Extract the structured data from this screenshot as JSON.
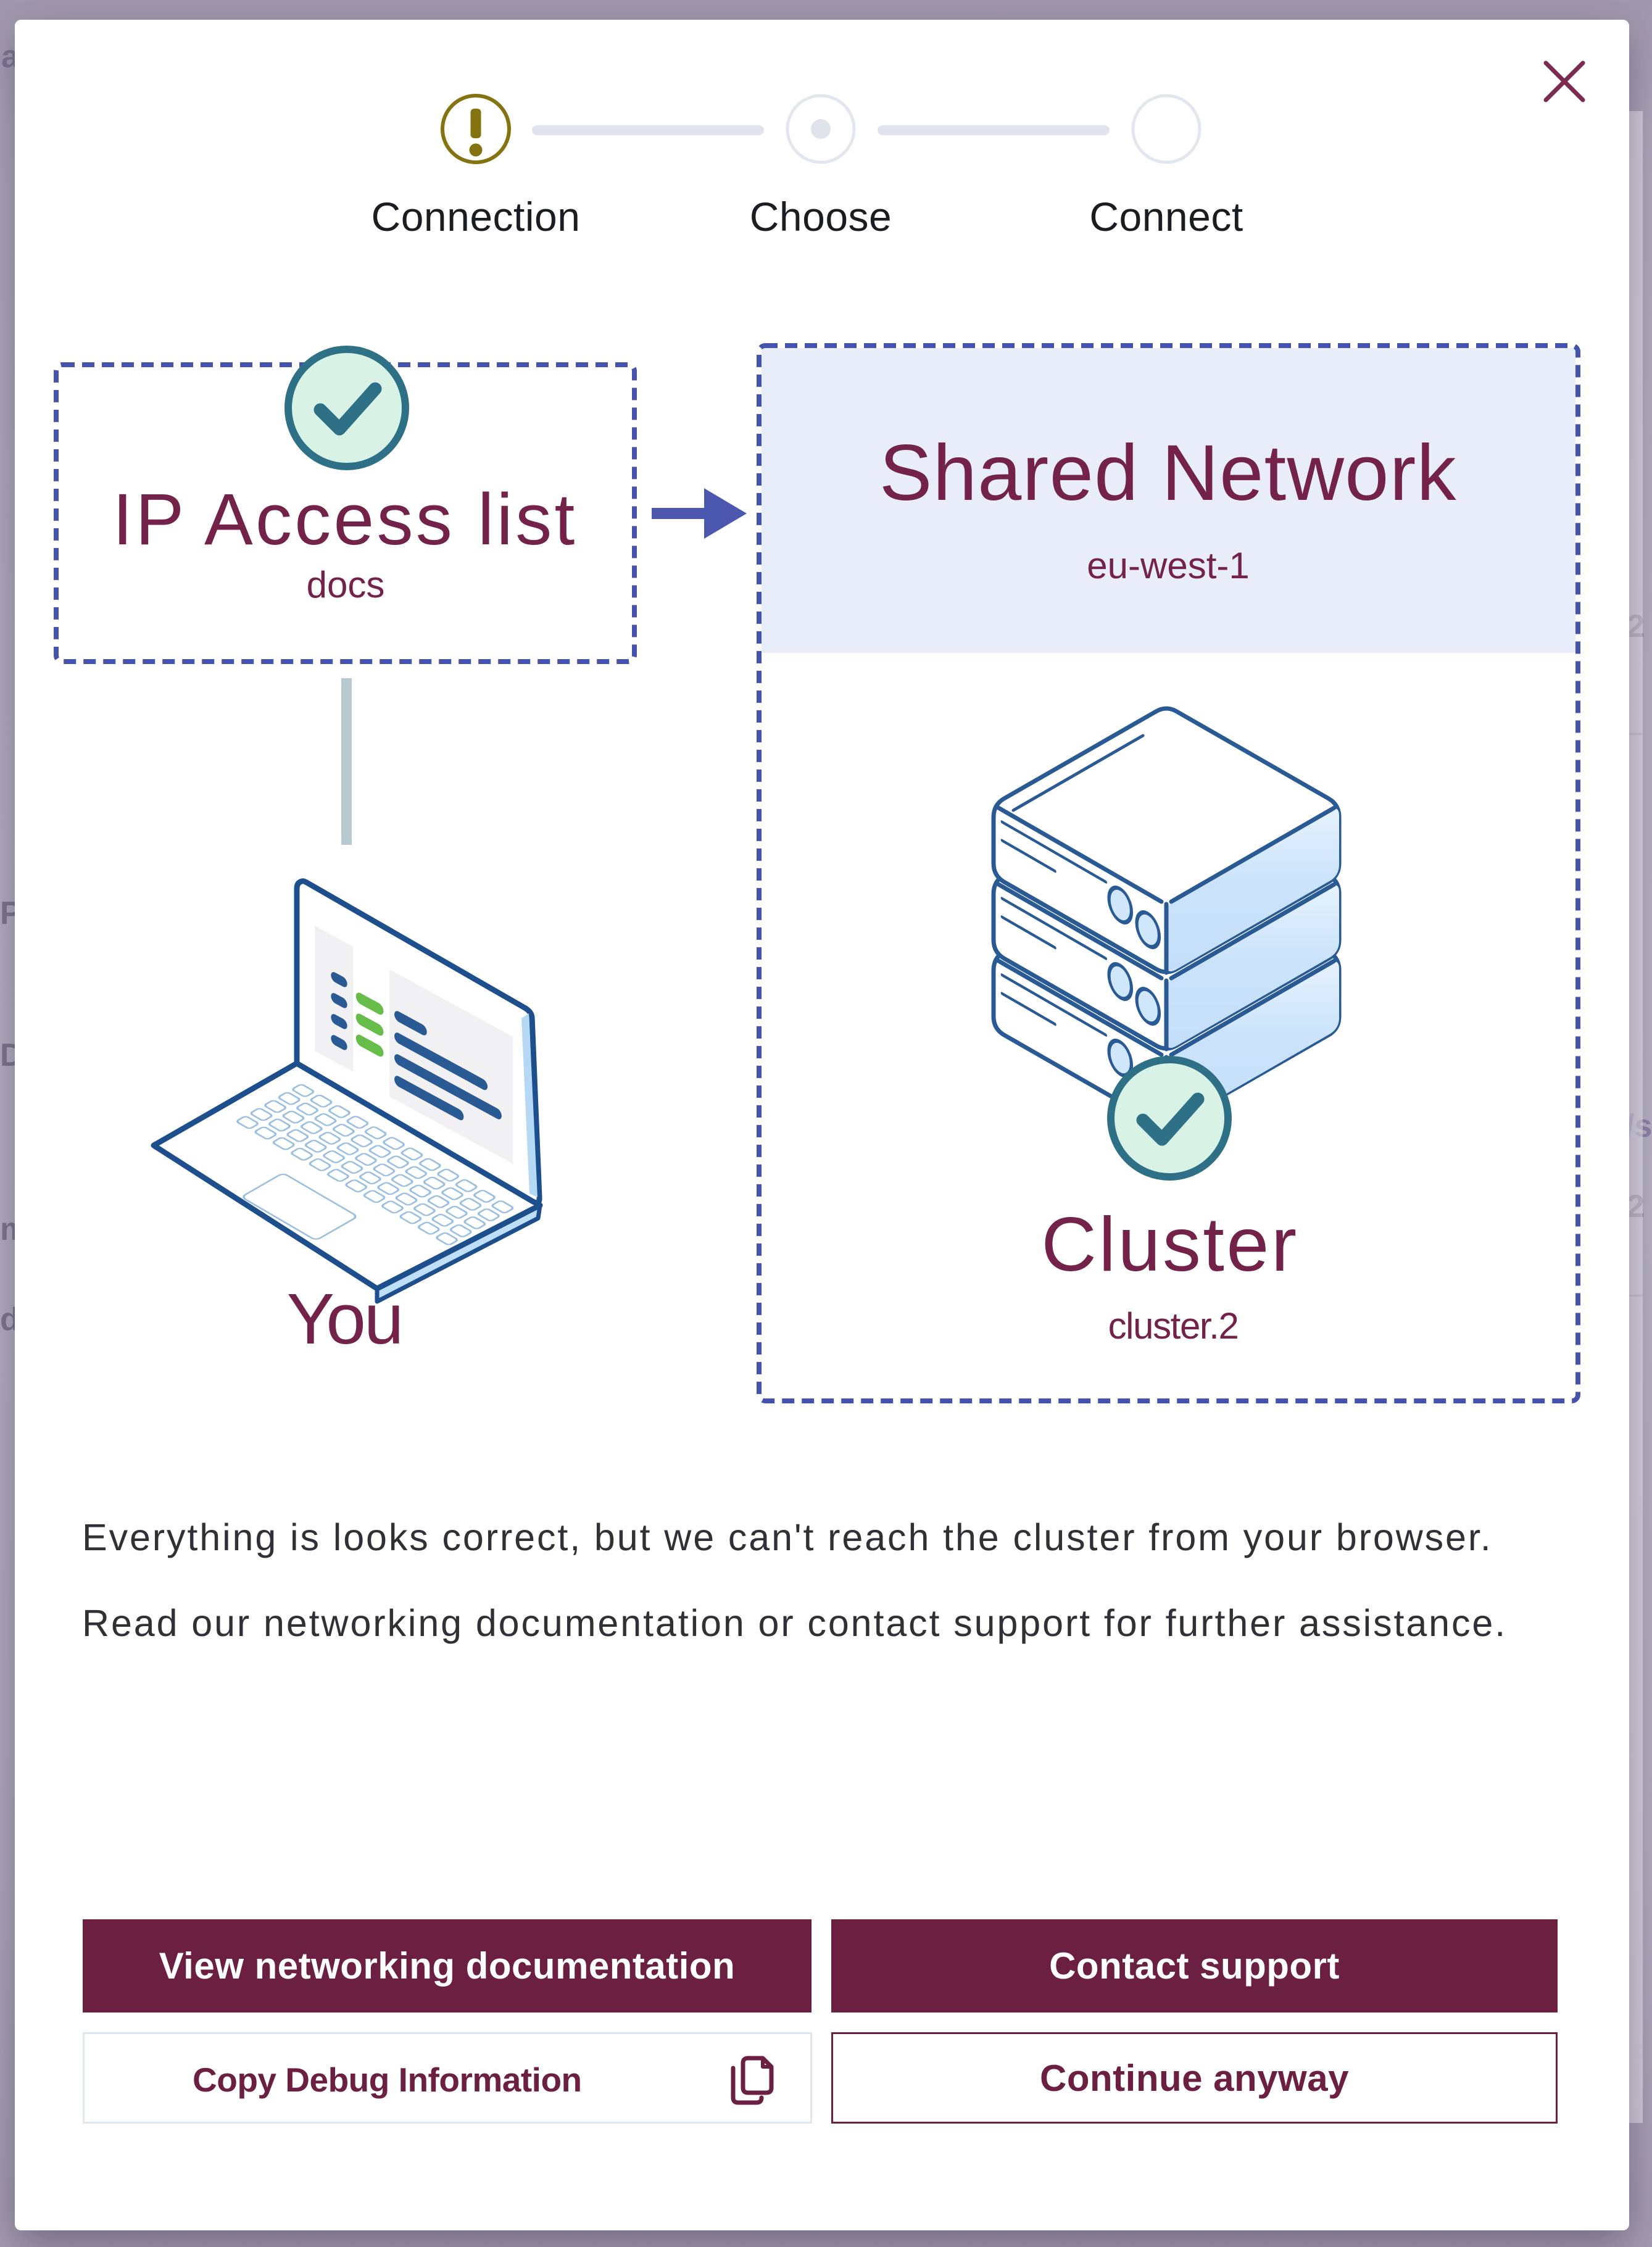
{
  "modal": {
    "stepper": {
      "steps": [
        {
          "label": "Connection",
          "state": "warning"
        },
        {
          "label": "Choose",
          "state": "current"
        },
        {
          "label": "Connect",
          "state": "upcoming"
        }
      ]
    },
    "diagram": {
      "ip_access": {
        "title": "IP Access list",
        "link": "docs"
      },
      "network": {
        "title": "Shared Network",
        "subtitle": "eu-west-1"
      },
      "cluster": {
        "title": "Cluster",
        "subtitle": "cluster.2"
      },
      "you": {
        "label": "You"
      }
    },
    "message": {
      "line1": "Everything is looks correct, but we can't reach the cluster from your browser.",
      "line2": "Read our networking documentation or contact support for further assistance."
    },
    "actions": {
      "view_docs": "View networking documentation",
      "contact_support": "Contact support",
      "copy_debug": "Copy Debug Information",
      "continue_anyway": "Continue anyway"
    }
  },
  "backdrop": {
    "fragments": {
      "f1": "a",
      "f2": "P",
      "f3": "D",
      "f4": "m",
      "f5": "d",
      "f6": "2",
      "f7": "/s",
      "f8": "2"
    }
  },
  "colors": {
    "maroon": "#6b1f41",
    "title_maroon": "#73224a",
    "indigo": "#4553ad",
    "gold": "#857311",
    "teal": "#2e7086",
    "mint": "#d9f2e6",
    "lavender": "#e9edf9",
    "steel": "#dfe4ed"
  }
}
